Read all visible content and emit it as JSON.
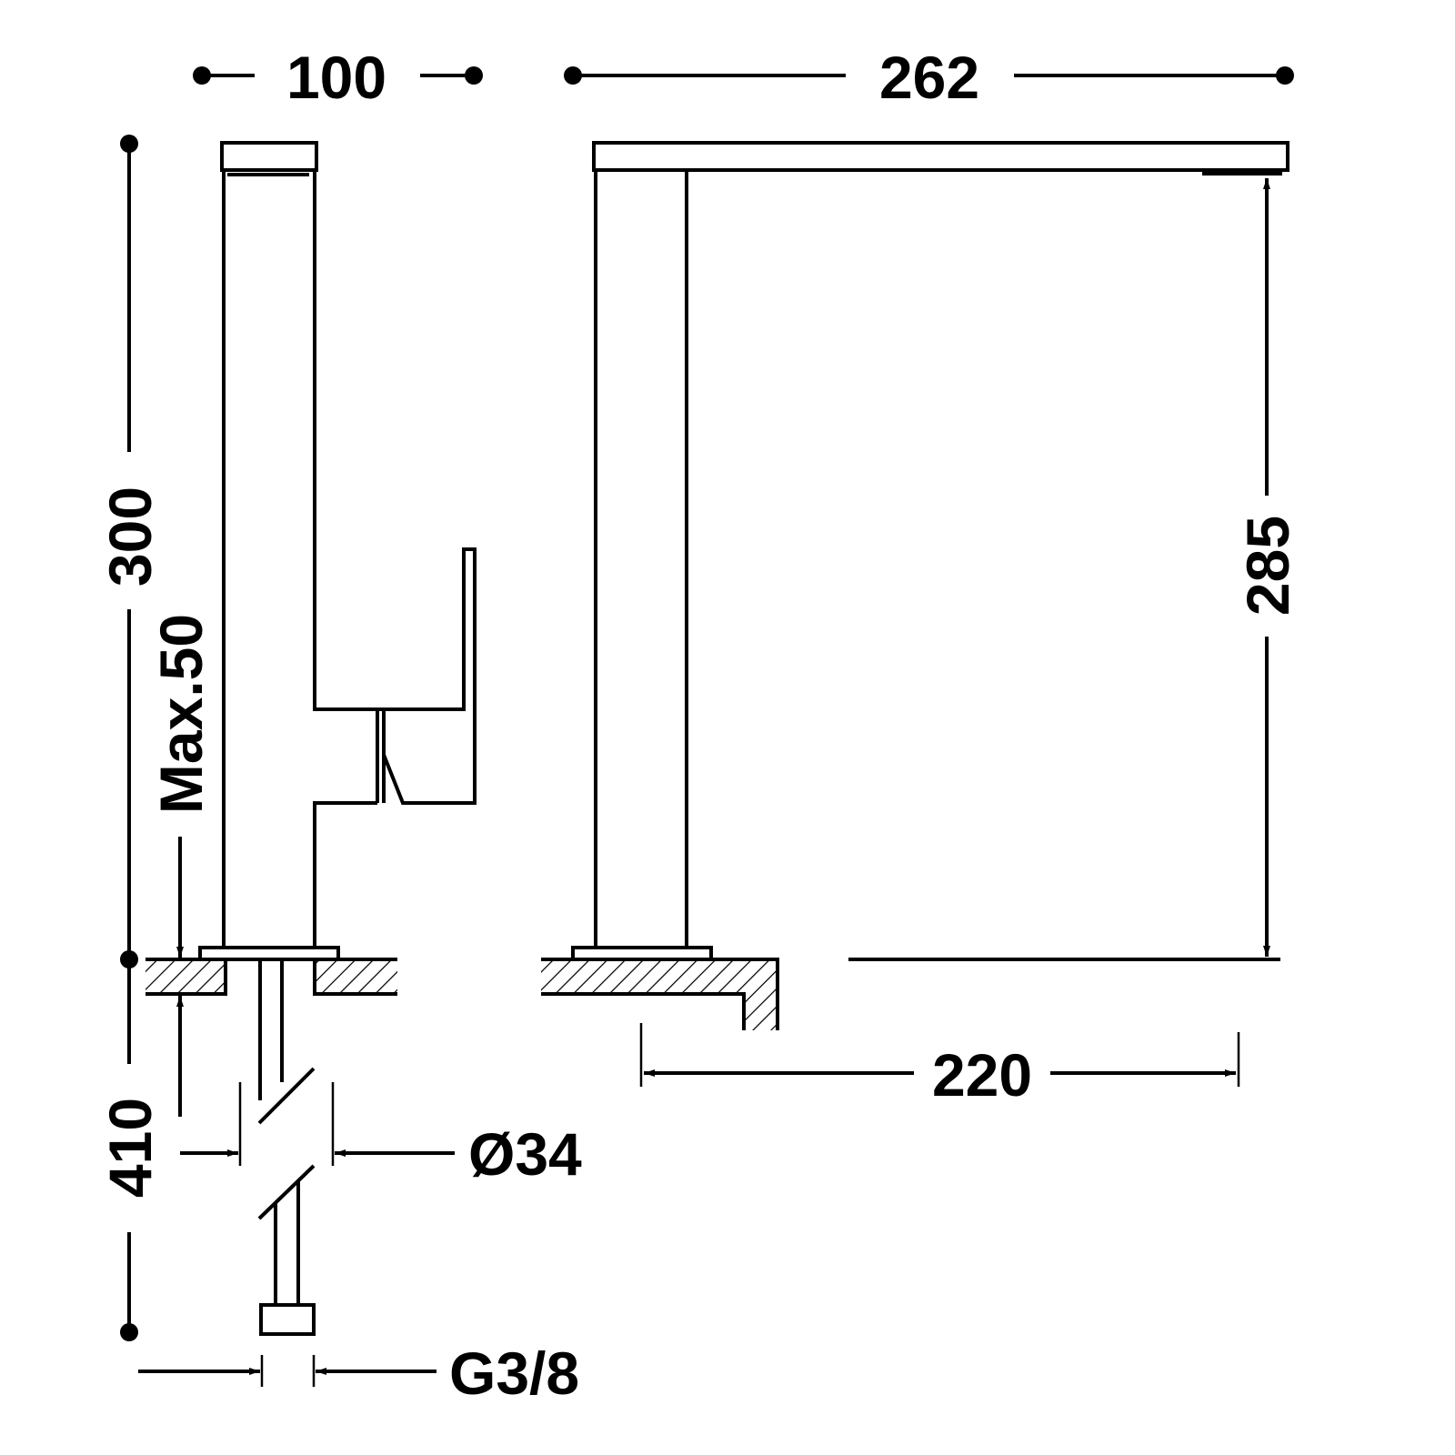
{
  "dimensions": {
    "spout_width": "100",
    "spout_reach": "262",
    "total_height": "300",
    "max_counter_thickness": "Max.50",
    "outlet_height": "285",
    "hose_length": "410",
    "counter_overhang": "220",
    "hole_diameter": "Ø34",
    "connection_thread": "G3/8"
  },
  "colors": {
    "line": "#000000",
    "background": "#ffffff"
  }
}
